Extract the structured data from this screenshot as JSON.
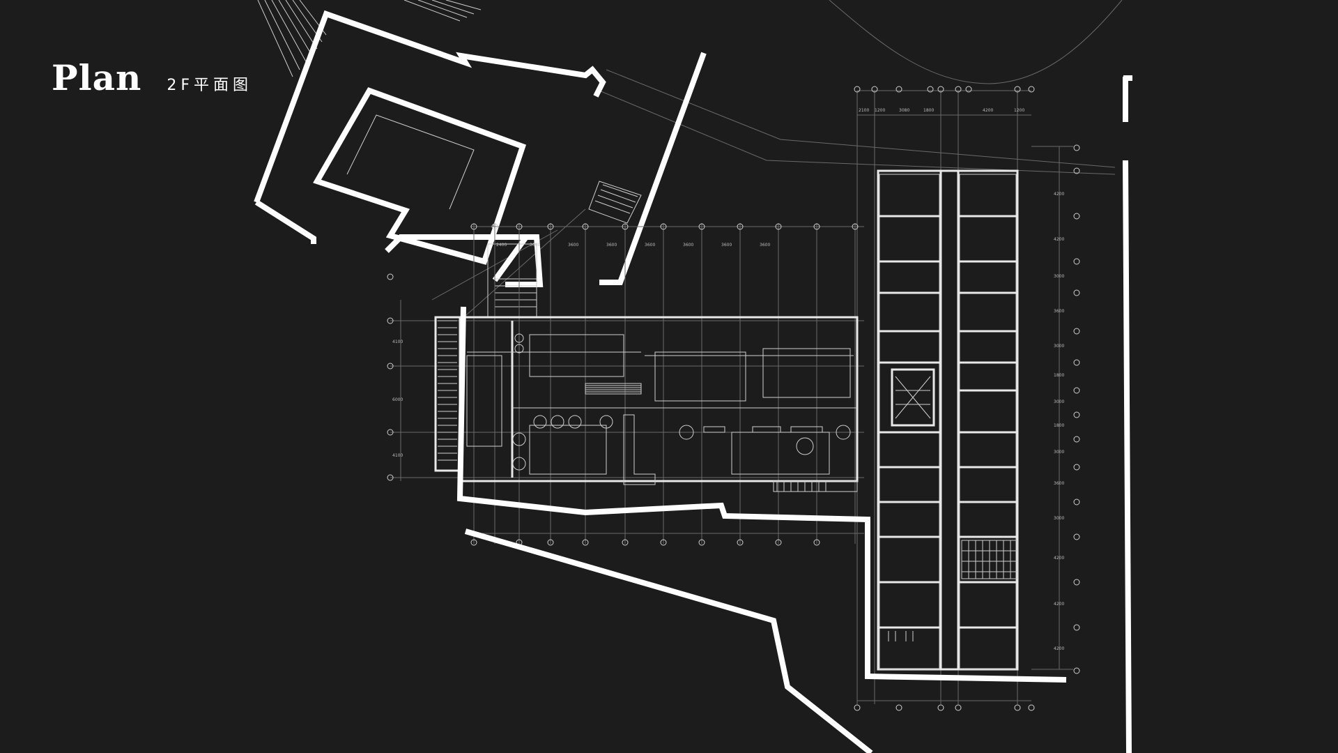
{
  "slide": {
    "title": "Plan",
    "subtitle": "2F平面图",
    "colors": {
      "background": "#1c1c1c",
      "text": "#ffffff",
      "line": "#ffffff"
    }
  },
  "drawing": {
    "dim_labels_top": [
      "2400",
      "3600",
      "3600",
      "3600",
      "3600",
      "3600",
      "3600",
      "3600"
    ],
    "dim_labels_right": [
      "4200",
      "4200",
      "3000",
      "3600",
      "3000",
      "1800",
      "3000",
      "1800",
      "3000",
      "3600",
      "3000",
      "4200",
      "4200",
      "4200"
    ],
    "dim_labels_left": [
      "4100",
      "6000",
      "4100"
    ],
    "dim_labels_top_right": [
      "2100",
      "1200",
      "3080",
      "1800",
      "4200",
      "1200"
    ]
  }
}
